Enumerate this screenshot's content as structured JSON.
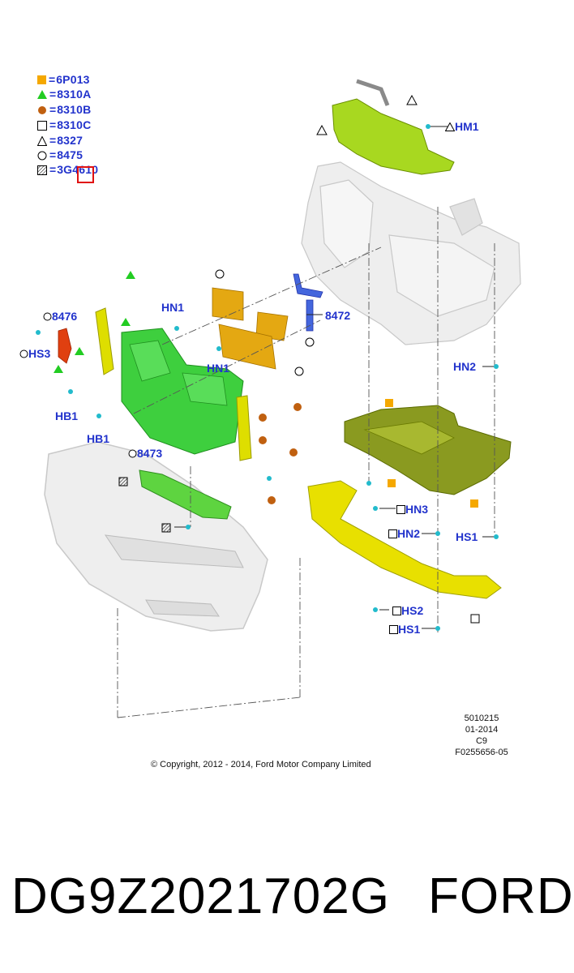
{
  "legend": [
    {
      "symbol": "filled-orange-square-icon",
      "eq": "=",
      "code": "6P013",
      "color": "#f5a800"
    },
    {
      "symbol": "filled-green-triangle-icon",
      "eq": "=",
      "code": "8310A",
      "color": "#22cc22"
    },
    {
      "symbol": "filled-brown-circle-icon",
      "eq": "=",
      "code": "8310B",
      "color": "#c06010"
    },
    {
      "symbol": "open-square-icon",
      "eq": "=",
      "code": "8310C",
      "color": "#000000"
    },
    {
      "symbol": "open-triangle-icon",
      "eq": "=",
      "code": "8327",
      "color": "#000000"
    },
    {
      "symbol": "open-circle-icon",
      "eq": "=",
      "code": "8475",
      "color": "#000000"
    },
    {
      "symbol": "hatched-square-icon",
      "eq": "=",
      "code": "3G4610",
      "color": "#000000"
    }
  ],
  "callouts": {
    "hm1": "HM1",
    "p8476": "8476",
    "hs3": "HS3",
    "hn1_top": "HN1",
    "hn1_mid": "HN1",
    "p8472": "8472",
    "hb1_left": "HB1",
    "hb1_right": "HB1",
    "p8473": "8473",
    "hn2_right": "HN2",
    "hn3": "HN3",
    "hn2_low": "HN2",
    "hs1_right": "HS1",
    "hs2": "HS2",
    "hs1_low": "HS1"
  },
  "meta": {
    "line1": "5010215",
    "line2": "01-2014",
    "line3": "C9",
    "line4": "F0255656-05"
  },
  "copyright": "© Copyright, 2012 - 2014, Ford Motor Company Limited",
  "caption": {
    "part_number": "DG9Z2021702G",
    "brand": "FORD"
  },
  "colors": {
    "label_blue": "#2233cc",
    "part_green": "#3ecf3e",
    "part_olive": "#8fd21a",
    "part_yellow": "#e8e000",
    "part_orange": "#e4a812",
    "part_blue": "#4466dd",
    "part_red": "#e04010",
    "bumper_gray": "#e8e8e8",
    "fastener_cyan": "#22bbcc",
    "highlight_red": "#e01010"
  }
}
